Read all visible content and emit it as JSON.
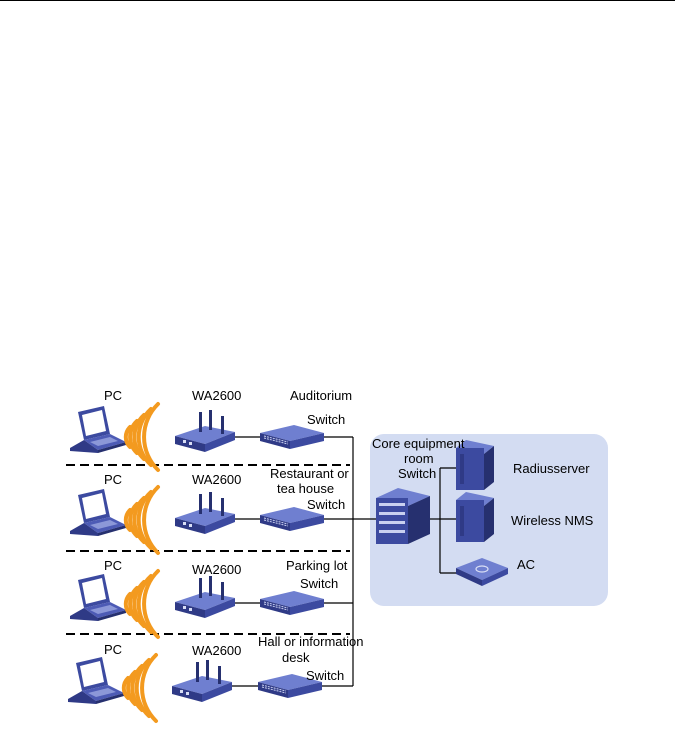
{
  "rows": [
    {
      "pc": "PC",
      "ap": "WA2600",
      "location": "Auditorium",
      "switch": "Switch"
    },
    {
      "pc": "PC",
      "ap": "WA2600",
      "location_line1": "Restaurant or",
      "location_line2": "tea house",
      "switch": "Switch"
    },
    {
      "pc": "PC",
      "ap": "WA2600",
      "location": "Parking lot",
      "switch": "Switch"
    },
    {
      "pc": "PC",
      "ap": "WA2600",
      "location_line1": "Hall or information",
      "location_line2": "desk",
      "switch": "Switch"
    }
  ],
  "core": {
    "title_line1": "Core equipment",
    "title_line2": "room",
    "switch": "Switch",
    "radius_server": "Radiusserver",
    "wireless_nms": "Wireless NMS",
    "ac": "AC"
  },
  "colors": {
    "device_blue": "#3c4aa0",
    "device_dark": "#26306f",
    "device_light": "#6f7fd0",
    "wifi_orange": "#f39a1f",
    "core_area": "#d3dcf2",
    "line": "#000000"
  },
  "icons": [
    "laptop-icon",
    "wifi-waves-icon",
    "access-point-icon",
    "switch-icon",
    "core-switch-icon",
    "server-icon",
    "ac-icon"
  ]
}
